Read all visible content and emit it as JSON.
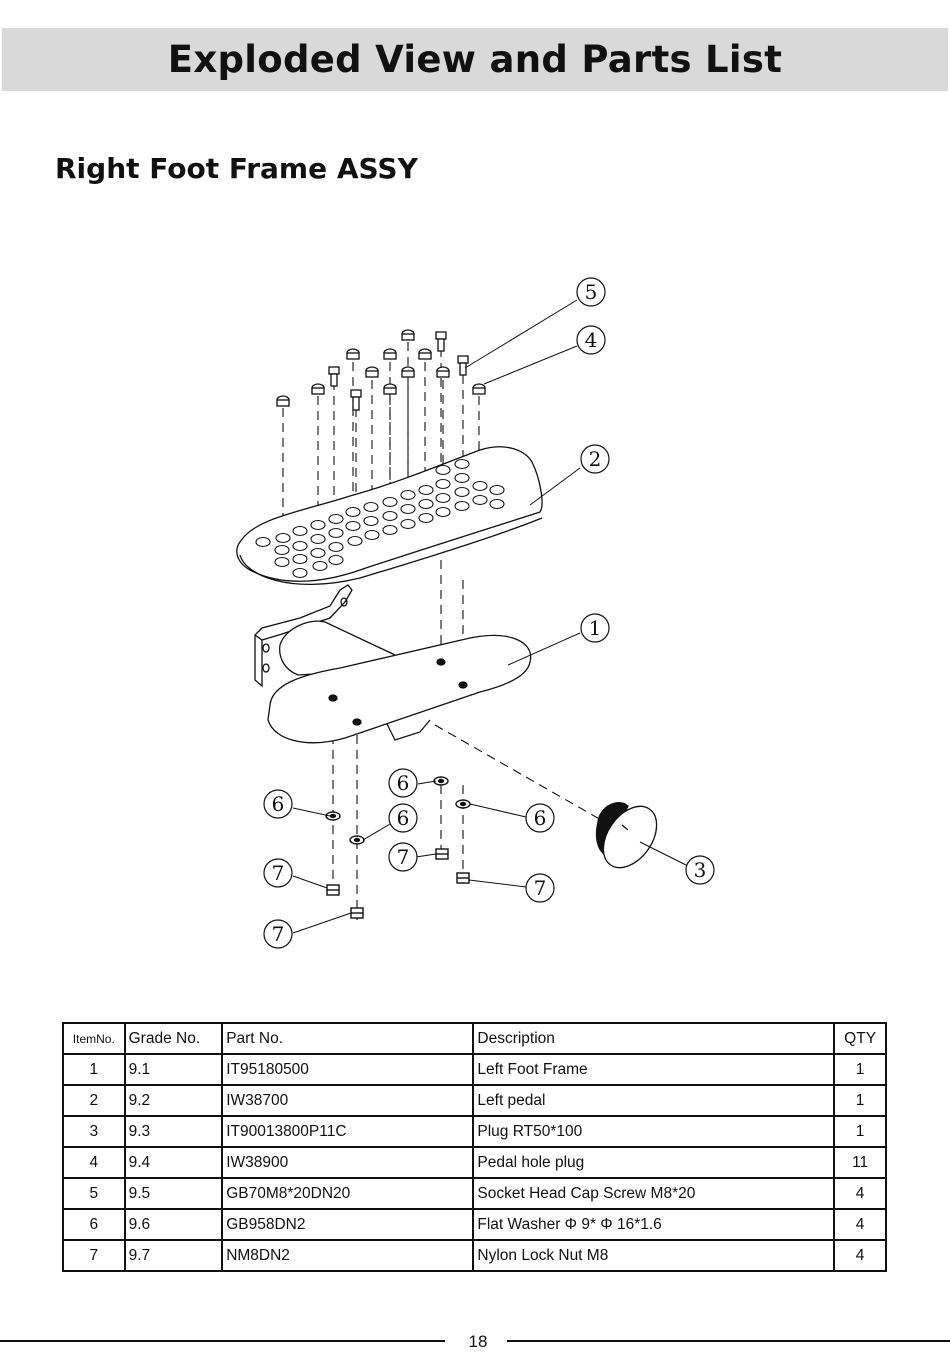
{
  "header": {
    "title": "Exploded View and Parts List"
  },
  "section": {
    "title": "Right Foot Frame ASSY"
  },
  "diagram": {
    "callouts": [
      "5",
      "4",
      "2",
      "1",
      "6",
      "6",
      "6",
      "6",
      "7",
      "7",
      "7",
      "7",
      "3"
    ]
  },
  "parts_table": {
    "headers": {
      "item": "ItemNo.",
      "grade": "Grade No.",
      "part": "Part No.",
      "description": "Description",
      "qty": "QTY"
    },
    "rows": [
      {
        "item": "1",
        "grade": "9.1",
        "part": "IT95180500",
        "description": "Left Foot Frame",
        "qty": "1"
      },
      {
        "item": "2",
        "grade": "9.2",
        "part": "IW38700",
        "description": "Left pedal",
        "qty": "1"
      },
      {
        "item": "3",
        "grade": "9.3",
        "part": "IT90013800P11C",
        "description": "Plug RT50*100",
        "qty": "1"
      },
      {
        "item": "4",
        "grade": "9.4",
        "part": "IW38900",
        "description": "Pedal hole plug",
        "qty": "11"
      },
      {
        "item": "5",
        "grade": "9.5",
        "part": "GB70M8*20DN20",
        "description": "Socket Head Cap Screw M8*20",
        "qty": "4"
      },
      {
        "item": "6",
        "grade": "9.6",
        "part": "GB958DN2",
        "description": "Flat Washer Φ 9* Φ 16*1.6",
        "qty": "4"
      },
      {
        "item": "7",
        "grade": "9.7",
        "part": "NM8DN2",
        "description": "Nylon Lock Nut M8",
        "qty": "4"
      }
    ]
  },
  "footer": {
    "page_number": "18"
  }
}
